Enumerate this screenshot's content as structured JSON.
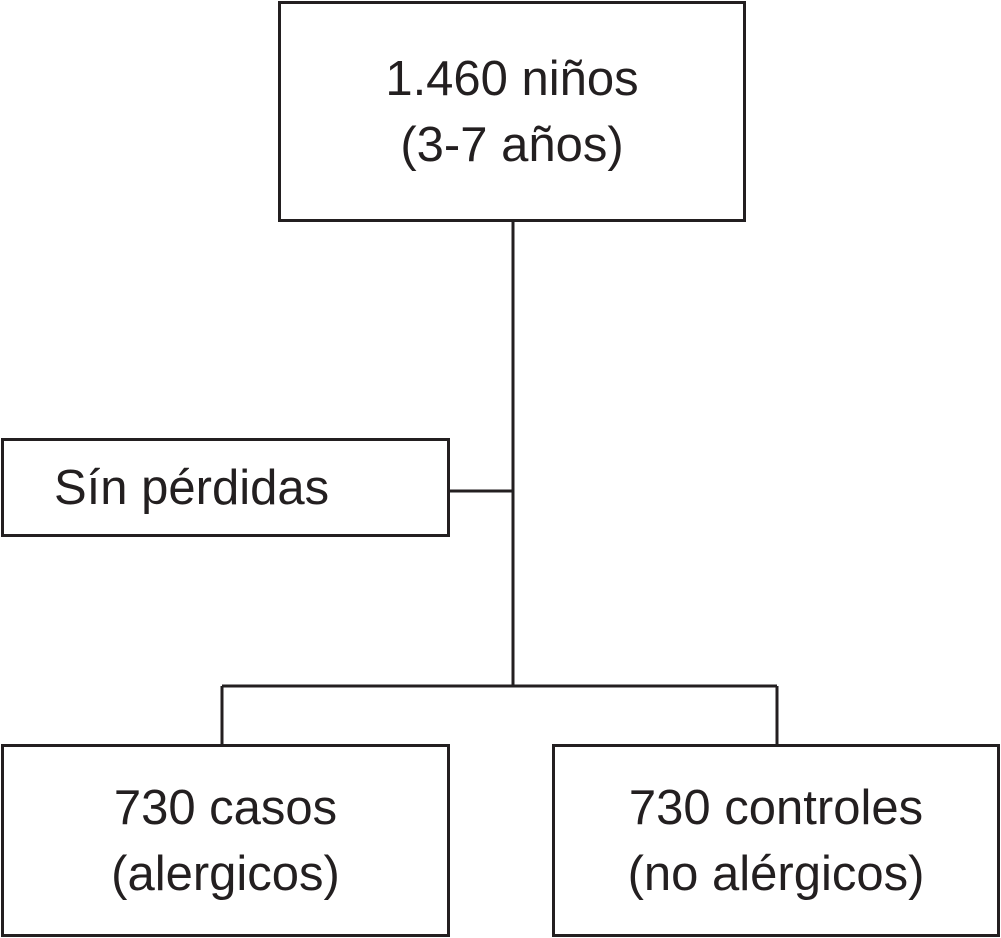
{
  "flowchart": {
    "total": {
      "line1": "1.460 niños",
      "line2": "(3-7 años)"
    },
    "losses": {
      "label": "Sín pérdidas"
    },
    "cases": {
      "line1": "730 casos",
      "line2": "(alergicos)"
    },
    "controls": {
      "line1": "730 controles",
      "line2": "(no alérgicos)"
    }
  },
  "colors": {
    "line": "#231f20",
    "background": "#ffffff"
  }
}
